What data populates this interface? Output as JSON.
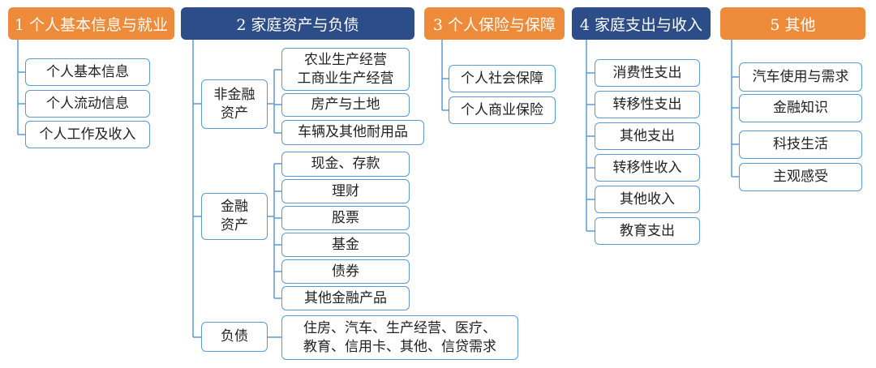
{
  "colors": {
    "header_orange": "#ee8b3a",
    "header_blue": "#2c4d87",
    "box_border": "#5b9bd5",
    "connector": "#5b9bd5"
  },
  "headers": [
    {
      "id": "h1",
      "label": "1 个人基本信息与就业",
      "color": "orange"
    },
    {
      "id": "h2",
      "label": "2 家庭资产与负债",
      "color": "blue"
    },
    {
      "id": "h3",
      "label": "3 个人保险与保障",
      "color": "orange"
    },
    {
      "id": "h4",
      "label": "4 家庭支出与收入",
      "color": "blue"
    },
    {
      "id": "h5",
      "label": "5 其他",
      "color": "orange"
    }
  ],
  "col1": [
    "个人基本信息",
    "个人流动信息",
    "个人工作及收入"
  ],
  "col2": {
    "non_financial": {
      "label": [
        "非金融",
        "资产"
      ],
      "items": [
        [
          "农业生产经营",
          "工商业生产经营"
        ],
        [
          "房产与土地"
        ],
        [
          "车辆及其他耐用品"
        ]
      ]
    },
    "financial": {
      "label": [
        "金融",
        "资产"
      ],
      "items": [
        "现金、存款",
        "理财",
        "股票",
        "基金",
        "债券",
        "其他金融产品"
      ]
    },
    "liabilities": {
      "label": "负债",
      "detail": [
        "住房、汽车、生产经营、医疗、",
        "教育、信用卡、其他、信贷需求"
      ]
    }
  },
  "col3": [
    "个人社会保障",
    "个人商业保险"
  ],
  "col4": [
    "消费性支出",
    "转移性支出",
    "其他支出",
    "转移性收入",
    "其他收入",
    "教育支出"
  ],
  "col5": [
    "汽车使用与需求",
    "金融知识",
    "科技生活",
    "主观感受"
  ]
}
